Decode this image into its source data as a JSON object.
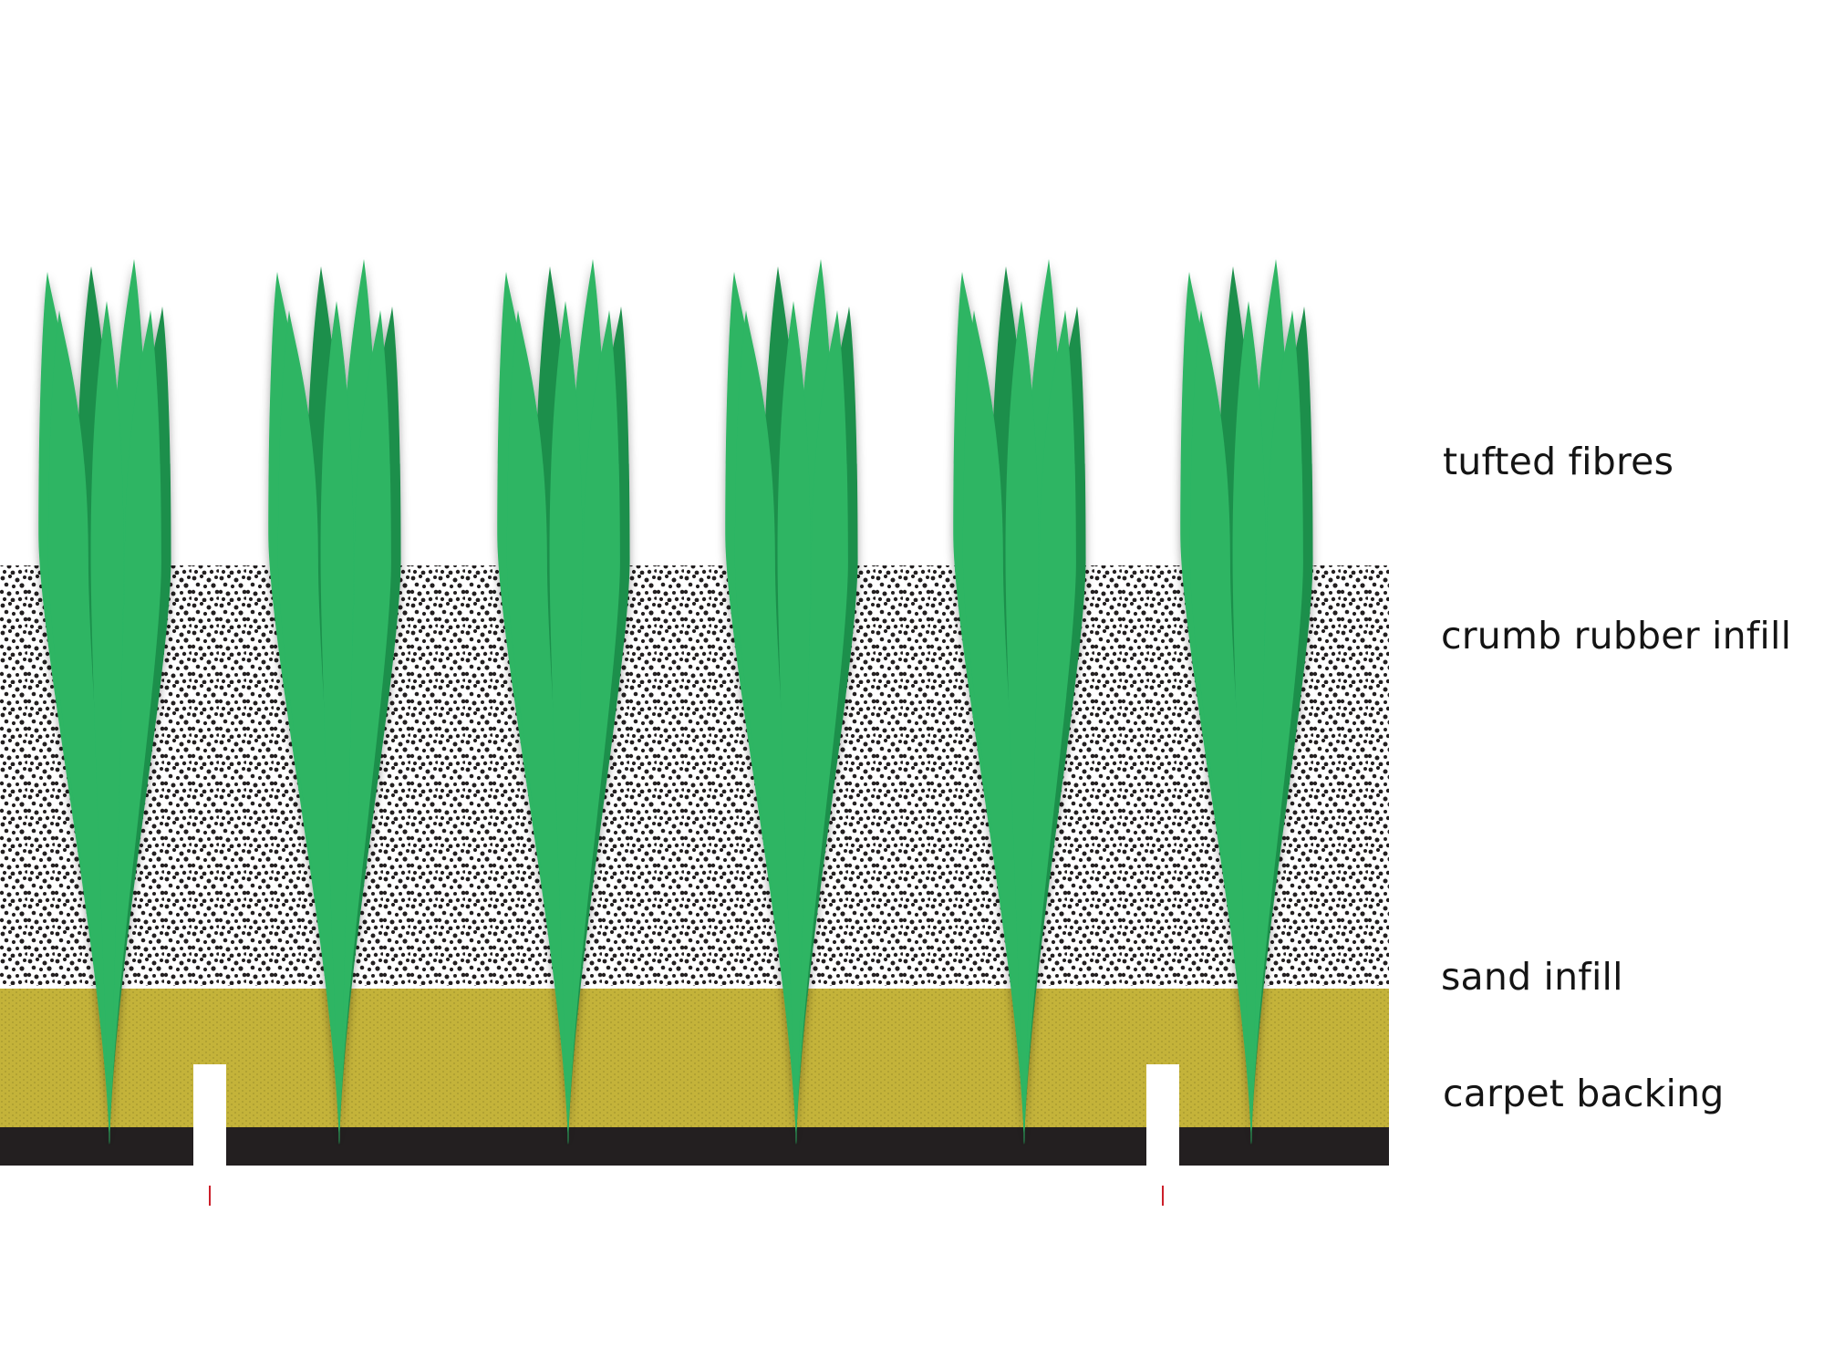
{
  "diagram": {
    "layers": [
      {
        "id": "tufted-fibres",
        "label": "tufted fibres",
        "color": "#2db564"
      },
      {
        "id": "crumb-rubber-infill",
        "label": "crumb rubber infill",
        "color": "#231f20"
      },
      {
        "id": "sand-infill",
        "label": "sand infill",
        "color": "#c4b33a"
      },
      {
        "id": "carpet-backing",
        "label": "carpet backing",
        "color": "#231f20"
      }
    ],
    "leader_color": "#cc1f2a",
    "background": "#ffffff"
  }
}
